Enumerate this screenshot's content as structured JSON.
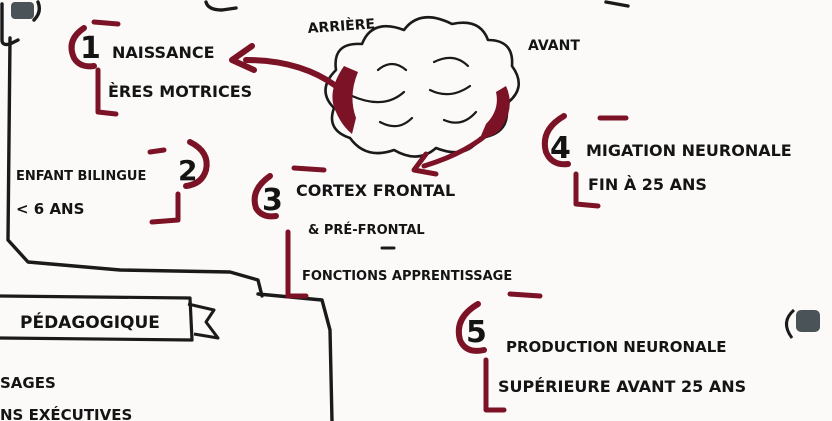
{
  "colors": {
    "ink": "#141414",
    "accent": "#7b1225",
    "marker_gray": "#4a5357",
    "paper": "#fbfaf8"
  },
  "brain": {
    "back_label": "ARRIÈRE",
    "front_label": "AVANT"
  },
  "items": [
    {
      "number": "1",
      "line1": "NAISSANCE",
      "line2": "ÈRES MOTRICES"
    },
    {
      "number": "2",
      "line1": "ENFANT BILINGUE",
      "line2": "< 6 ANS"
    },
    {
      "number": "3",
      "line1": "CORTEX FRONTAL",
      "line2": "& PRÉ-FRONTAL",
      "line3": "FONCTIONS APPRENTISSAGE"
    },
    {
      "number": "4",
      "line1": "MIGATION NEURONALE",
      "line2": "FIN À 25 ANS"
    },
    {
      "number": "5",
      "line1": "PRODUCTION NEURONALE",
      "line2": "SUPÉRIEURE AVANT 25 ANS"
    }
  ],
  "banner": {
    "label": "PÉDAGOGIQUE",
    "lines": [
      "SAGES",
      "NS EXÉCUTIVES"
    ]
  }
}
